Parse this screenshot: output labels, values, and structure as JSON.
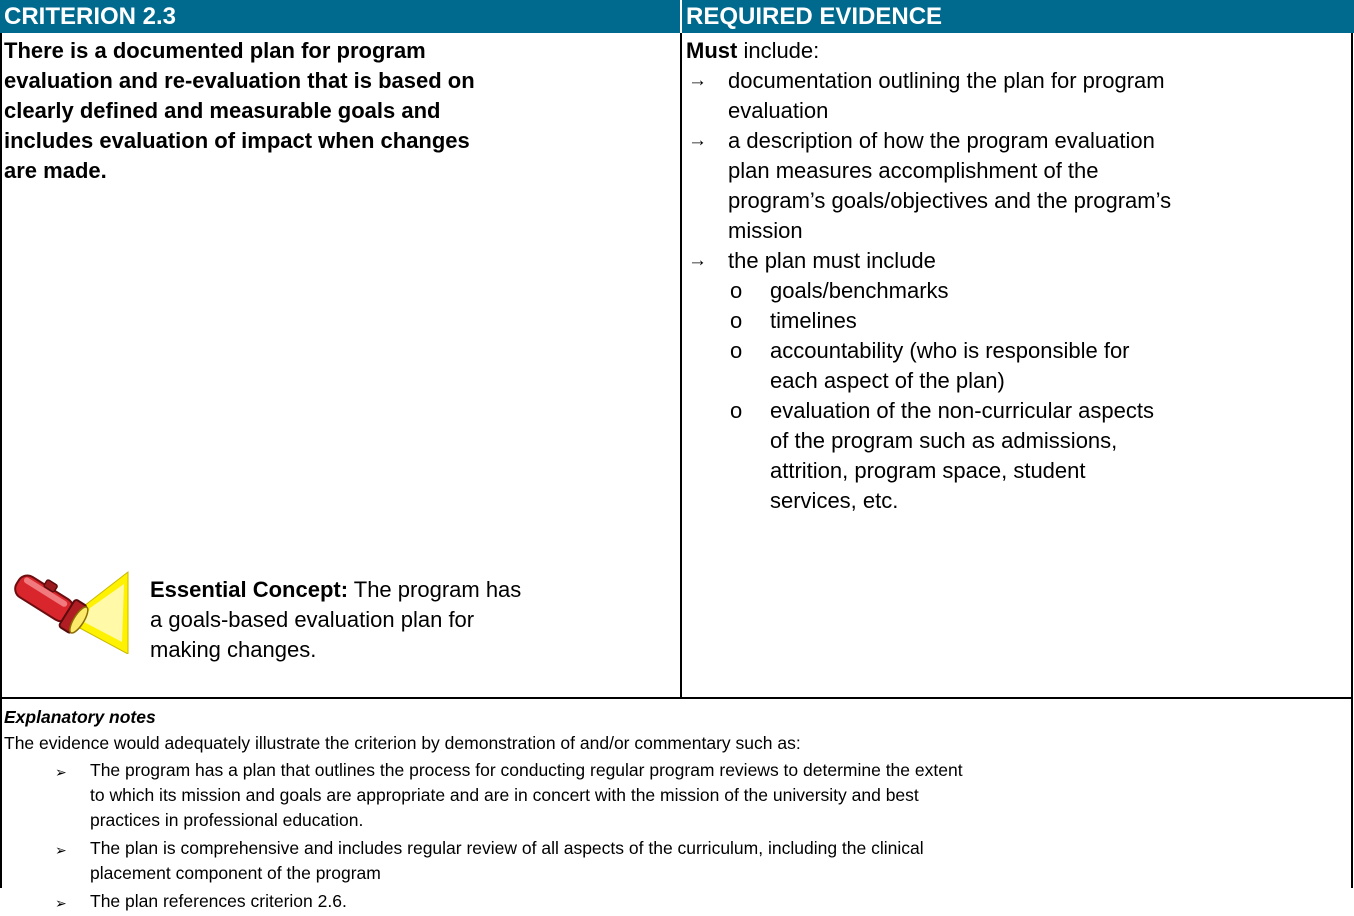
{
  "header": {
    "left_title": "CRITERION 2.3",
    "right_title": "REQUIRED EVIDENCE"
  },
  "criterion": {
    "lines": [
      "There is a documented plan for program",
      "evaluation and re-evaluation that is based on",
      "clearly defined and measurable goals and",
      "includes evaluation of impact when changes",
      "are made."
    ]
  },
  "essential_concept": {
    "label": "Essential Concept:",
    "line1_rest": " The program has",
    "line2": "a goals-based evaluation plan for",
    "line3": "making changes.",
    "icon": "flashlight-icon"
  },
  "evidence": {
    "must_label": "Must",
    "must_rest": " include:",
    "arrow_glyph": "→",
    "bullet_glyph": "o",
    "items": [
      {
        "arrow": true,
        "lines": [
          "documentation outlining the plan for program",
          "evaluation"
        ]
      },
      {
        "arrow": true,
        "lines": [
          "a description of how the program evaluation",
          "plan measures accomplishment of the",
          "program’s goals/objectives and the program’s",
          "mission"
        ]
      },
      {
        "arrow": true,
        "lines": [
          "the plan must include"
        ]
      }
    ],
    "sub_items": [
      {
        "lines": [
          "goals/benchmarks"
        ]
      },
      {
        "lines": [
          "timelines"
        ]
      },
      {
        "lines": [
          "accountability (who is responsible for",
          "each aspect of the plan)"
        ]
      },
      {
        "lines": [
          "evaluation of the non-curricular aspects",
          "of the program such as admissions,",
          "attrition, program space, student",
          "services, etc."
        ]
      }
    ]
  },
  "notes": {
    "heading": "Explanatory notes",
    "intro": "The evidence would adequately illustrate the criterion by demonstration of and/or commentary such as:",
    "bullet_glyph": "➢",
    "bullets": [
      {
        "lines": [
          "The program has a plan that outlines the process for conducting regular program reviews to determine the extent",
          "to which its mission and goals are appropriate and are in concert with the mission of the university and best",
          "practices in professional education."
        ]
      },
      {
        "lines": [
          "The plan is comprehensive and includes regular review of all aspects of the curriculum, including the clinical",
          "placement component of the program"
        ]
      },
      {
        "lines": [
          "The plan references criterion 2.6."
        ]
      }
    ]
  },
  "colors": {
    "header_bg": "#006a8e",
    "header_text": "#ffffff"
  }
}
